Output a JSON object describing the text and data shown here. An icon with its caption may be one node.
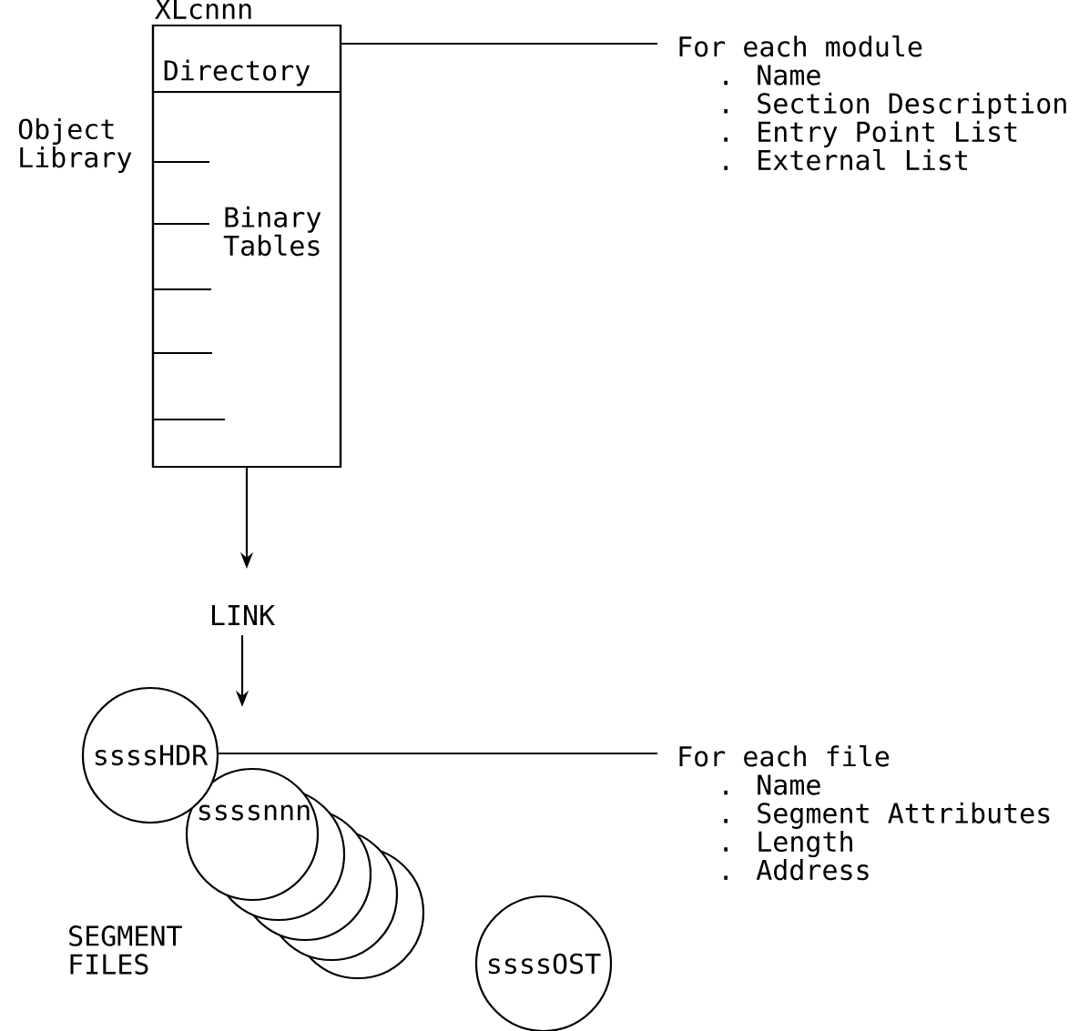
{
  "diagram": {
    "nodes": [
      {
        "text": [
          "XLcnnn"
        ],
        "beside": [
          "Object Library"
        ]
      },
      {
        "text": [
          "Directory"
        ],
        "in": 0
      },
      {
        "text": [
          "Binary Tables"
        ],
        "in": 0
      },
      {
        "text": [
          "LINK"
        ]
      },
      {
        "text": [
          "ssssHDR"
        ]
      },
      {
        "text": [
          "ssssnnn"
        ]
      },
      {
        "text": [
          "ssssOST"
        ]
      },
      {
        "text": [
          "For each module",
          ". Name",
          ". Section Description",
          ". Entry Point List",
          ". External List"
        ]
      },
      {
        "text": [
          "For each file",
          ". Name",
          ". Segment Attributes",
          ". Length",
          ". Address"
        ]
      }
    ],
    "edges": [
      {
        "from": 0,
        "to": 3,
        "arrow": "to"
      },
      {
        "from": 3,
        "to": 4,
        "arrow": "to"
      },
      {
        "from": 1,
        "to": 7,
        "arrow": "none"
      },
      {
        "from": 4,
        "to": 8,
        "arrow": "none"
      }
    ],
    "labels": [
      "SEGMENT FILES"
    ]
  }
}
